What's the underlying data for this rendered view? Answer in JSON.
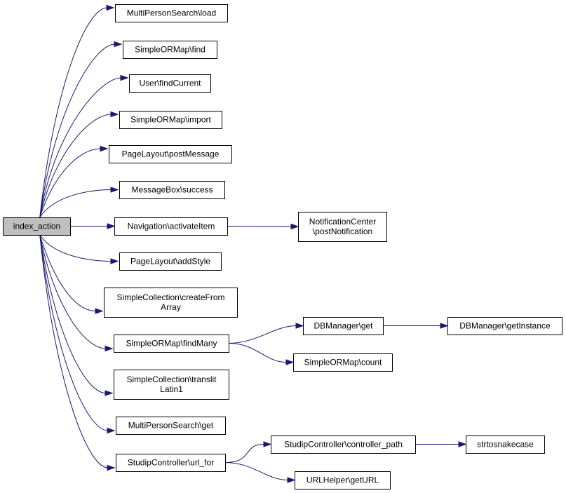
{
  "nodes": [
    {
      "id": "root",
      "lines": [
        "index_action"
      ]
    },
    {
      "id": "mps_load",
      "lines": [
        "MultiPersonSearch\\load"
      ]
    },
    {
      "id": "orm_find",
      "lines": [
        "SimpleORMap\\find"
      ]
    },
    {
      "id": "user_findcurrent",
      "lines": [
        "User\\findCurrent"
      ]
    },
    {
      "id": "orm_import",
      "lines": [
        "SimpleORMap\\import"
      ]
    },
    {
      "id": "pl_postmessage",
      "lines": [
        "PageLayout\\postMessage"
      ]
    },
    {
      "id": "mb_success",
      "lines": [
        "MessageBox\\success"
      ]
    },
    {
      "id": "nav_activate",
      "lines": [
        "Navigation\\activateItem"
      ]
    },
    {
      "id": "nc_post",
      "lines": [
        "NotificationCenter",
        "\\postNotification"
      ]
    },
    {
      "id": "pl_addstyle",
      "lines": [
        "PageLayout\\addStyle"
      ]
    },
    {
      "id": "sc_create",
      "lines": [
        "SimpleCollection\\createFrom",
        "Array"
      ]
    },
    {
      "id": "orm_findmany",
      "lines": [
        "SimpleORMap\\findMany"
      ]
    },
    {
      "id": "db_get",
      "lines": [
        "DBManager\\get"
      ]
    },
    {
      "id": "db_getinstance",
      "lines": [
        "DBManager\\getInstance"
      ]
    },
    {
      "id": "orm_count",
      "lines": [
        "SimpleORMap\\count"
      ]
    },
    {
      "id": "sc_translit",
      "lines": [
        "SimpleCollection\\translit",
        "Latin1"
      ]
    },
    {
      "id": "mps_get",
      "lines": [
        "MultiPersonSearch\\get"
      ]
    },
    {
      "id": "sctrl_urlfor",
      "lines": [
        "StudipController\\url_for"
      ]
    },
    {
      "id": "sctrl_cpath",
      "lines": [
        "StudipController\\controller_path"
      ]
    },
    {
      "id": "strtosnake",
      "lines": [
        "strtosnakecase"
      ]
    },
    {
      "id": "urlhelper",
      "lines": [
        "URLHelper\\getURL"
      ]
    }
  ],
  "edges": [
    {
      "from": "root",
      "to": "mps_load"
    },
    {
      "from": "root",
      "to": "orm_find"
    },
    {
      "from": "root",
      "to": "user_findcurrent"
    },
    {
      "from": "root",
      "to": "orm_import"
    },
    {
      "from": "root",
      "to": "pl_postmessage"
    },
    {
      "from": "root",
      "to": "mb_success"
    },
    {
      "from": "root",
      "to": "nav_activate"
    },
    {
      "from": "root",
      "to": "pl_addstyle"
    },
    {
      "from": "root",
      "to": "sc_create"
    },
    {
      "from": "root",
      "to": "orm_findmany"
    },
    {
      "from": "root",
      "to": "sc_translit"
    },
    {
      "from": "root",
      "to": "mps_get"
    },
    {
      "from": "root",
      "to": "sctrl_urlfor"
    },
    {
      "from": "nav_activate",
      "to": "nc_post"
    },
    {
      "from": "orm_findmany",
      "to": "db_get"
    },
    {
      "from": "orm_findmany",
      "to": "orm_count"
    },
    {
      "from": "db_get",
      "to": "db_getinstance"
    },
    {
      "from": "sctrl_urlfor",
      "to": "sctrl_cpath"
    },
    {
      "from": "sctrl_urlfor",
      "to": "urlhelper"
    },
    {
      "from": "sctrl_cpath",
      "to": "strtosnake"
    }
  ]
}
